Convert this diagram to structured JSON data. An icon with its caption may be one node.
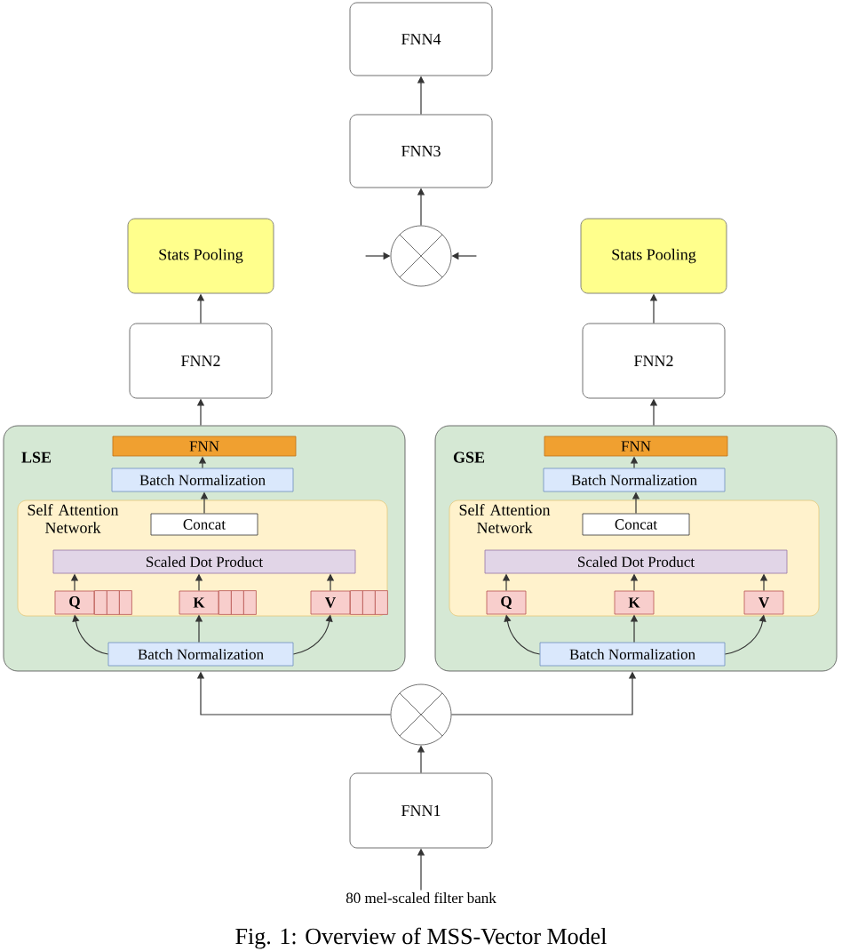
{
  "diagram": {
    "caption": "Fig. 1: Overview of MSS-Vector Model",
    "nodes": [
      {
        "text": [
          "FNN4"
        ]
      },
      {
        "text": [
          "FNN3"
        ]
      },
      {
        "text": [],
        "shape": "circle"
      },
      {
        "text": [
          "Stats Pooling"
        ]
      },
      {
        "text": [
          "Stats Pooling"
        ]
      },
      {
        "text": [
          "FNN2"
        ]
      },
      {
        "text": [
          "FNN2"
        ]
      },
      {
        "text": [
          "LSE"
        ]
      },
      {
        "text": [
          "FNN"
        ],
        "in": 7
      },
      {
        "text": [
          "Batch Normalization"
        ],
        "in": 7
      },
      {
        "text": [
          "Self Attention Network"
        ],
        "in": 7
      },
      {
        "text": [
          "Concat"
        ],
        "in": 10
      },
      {
        "text": [
          "Scaled Dot Product"
        ],
        "in": 10
      },
      {
        "text": [
          "Q"
        ],
        "in": 10
      },
      {
        "text": [
          "K"
        ],
        "in": 10
      },
      {
        "text": [
          "V"
        ],
        "in": 10
      },
      {
        "text": [
          "Batch Normalization"
        ],
        "in": 7
      },
      {
        "text": [
          "GSE"
        ]
      },
      {
        "text": [
          "FNN"
        ],
        "in": 17
      },
      {
        "text": [
          "Batch Normalization"
        ],
        "in": 17
      },
      {
        "text": [
          "Self Attention Network"
        ],
        "in": 17
      },
      {
        "text": [
          "Concat"
        ],
        "in": 20
      },
      {
        "text": [
          "Scaled Dot Product"
        ],
        "in": 20
      },
      {
        "text": [
          "Q"
        ],
        "in": 20
      },
      {
        "text": [
          "K"
        ],
        "in": 20
      },
      {
        "text": [
          "V"
        ],
        "in": 20
      },
      {
        "text": [
          "Batch Normalization"
        ],
        "in": 17
      },
      {
        "text": [],
        "shape": "circle"
      },
      {
        "text": [
          "FNN1"
        ]
      },
      {
        "text": [
          "80 mel-scaled filter bank"
        ]
      }
    ],
    "edges": [
      {
        "from": 29,
        "to": 28,
        "arrow": "to"
      },
      {
        "from": 28,
        "to": 27,
        "arrow": "to"
      },
      {
        "from": 27,
        "to": 7,
        "arrow": "to"
      },
      {
        "from": 27,
        "to": 17,
        "arrow": "to"
      },
      {
        "from": 16,
        "to": 13,
        "arrow": "to"
      },
      {
        "from": 16,
        "to": 14,
        "arrow": "to"
      },
      {
        "from": 16,
        "to": 15,
        "arrow": "to"
      },
      {
        "from": 13,
        "to": 12,
        "arrow": "to"
      },
      {
        "from": 14,
        "to": 12,
        "arrow": "to"
      },
      {
        "from": 15,
        "to": 12,
        "arrow": "to"
      },
      {
        "from": 11,
        "to": 9,
        "arrow": "to"
      },
      {
        "from": 9,
        "to": 8,
        "arrow": "to"
      },
      {
        "from": 7,
        "to": 5,
        "arrow": "to"
      },
      {
        "from": 5,
        "to": 3,
        "arrow": "to"
      },
      {
        "from": 26,
        "to": 23,
        "arrow": "to"
      },
      {
        "from": 26,
        "to": 24,
        "arrow": "to"
      },
      {
        "from": 26,
        "to": 25,
        "arrow": "to"
      },
      {
        "from": 23,
        "to": 22,
        "arrow": "to"
      },
      {
        "from": 24,
        "to": 22,
        "arrow": "to"
      },
      {
        "from": 25,
        "to": 22,
        "arrow": "to"
      },
      {
        "from": 21,
        "to": 19,
        "arrow": "to"
      },
      {
        "from": 19,
        "to": 18,
        "arrow": "to"
      },
      {
        "from": 17,
        "to": 6,
        "arrow": "to"
      },
      {
        "from": 6,
        "to": 4,
        "arrow": "to"
      },
      {
        "from": null,
        "to": 2,
        "arrow": "to"
      },
      {
        "from": null,
        "to": 2,
        "arrow": "to"
      },
      {
        "from": 2,
        "to": 1,
        "arrow": "to"
      },
      {
        "from": 1,
        "to": 0,
        "arrow": "to"
      }
    ]
  }
}
